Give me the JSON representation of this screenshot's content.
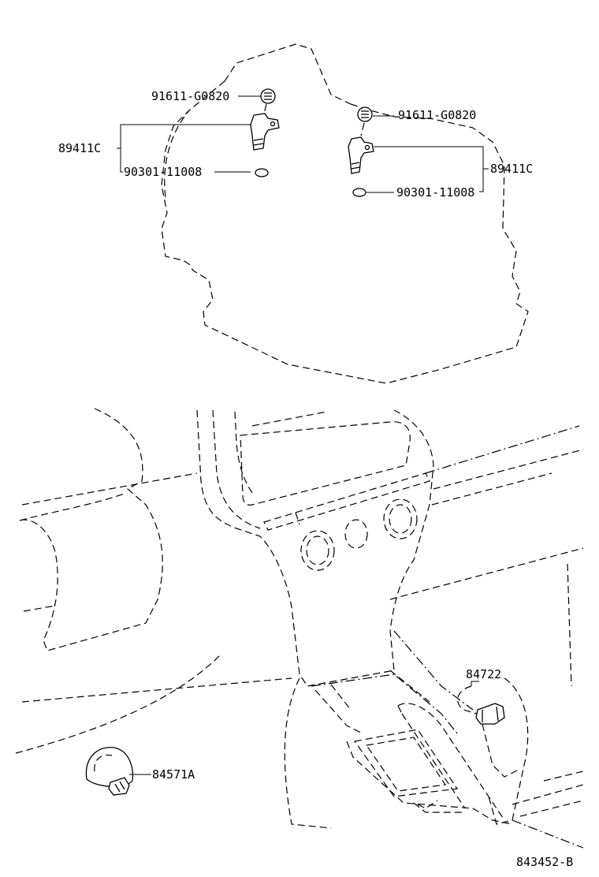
{
  "labels": {
    "bolt_left": "91611-G0820",
    "sensor_left": "89411C",
    "oring_left": "90301-11008",
    "bolt_right": "91611-G0820",
    "sensor_right": "89411C",
    "oring_right": "90301-11008",
    "switch_shift": "84722",
    "switch_misc": "84571A",
    "diagram_code": "843452-B"
  }
}
